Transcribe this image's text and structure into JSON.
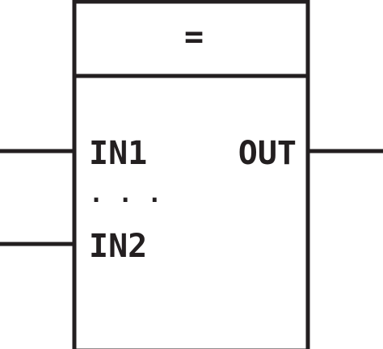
{
  "block": {
    "operator": "=",
    "inputs": [
      "IN1",
      "IN2"
    ],
    "ellipsis": ". . .",
    "output": "OUT"
  },
  "colors": {
    "stroke": "#231f20",
    "background": "#ffffff"
  }
}
